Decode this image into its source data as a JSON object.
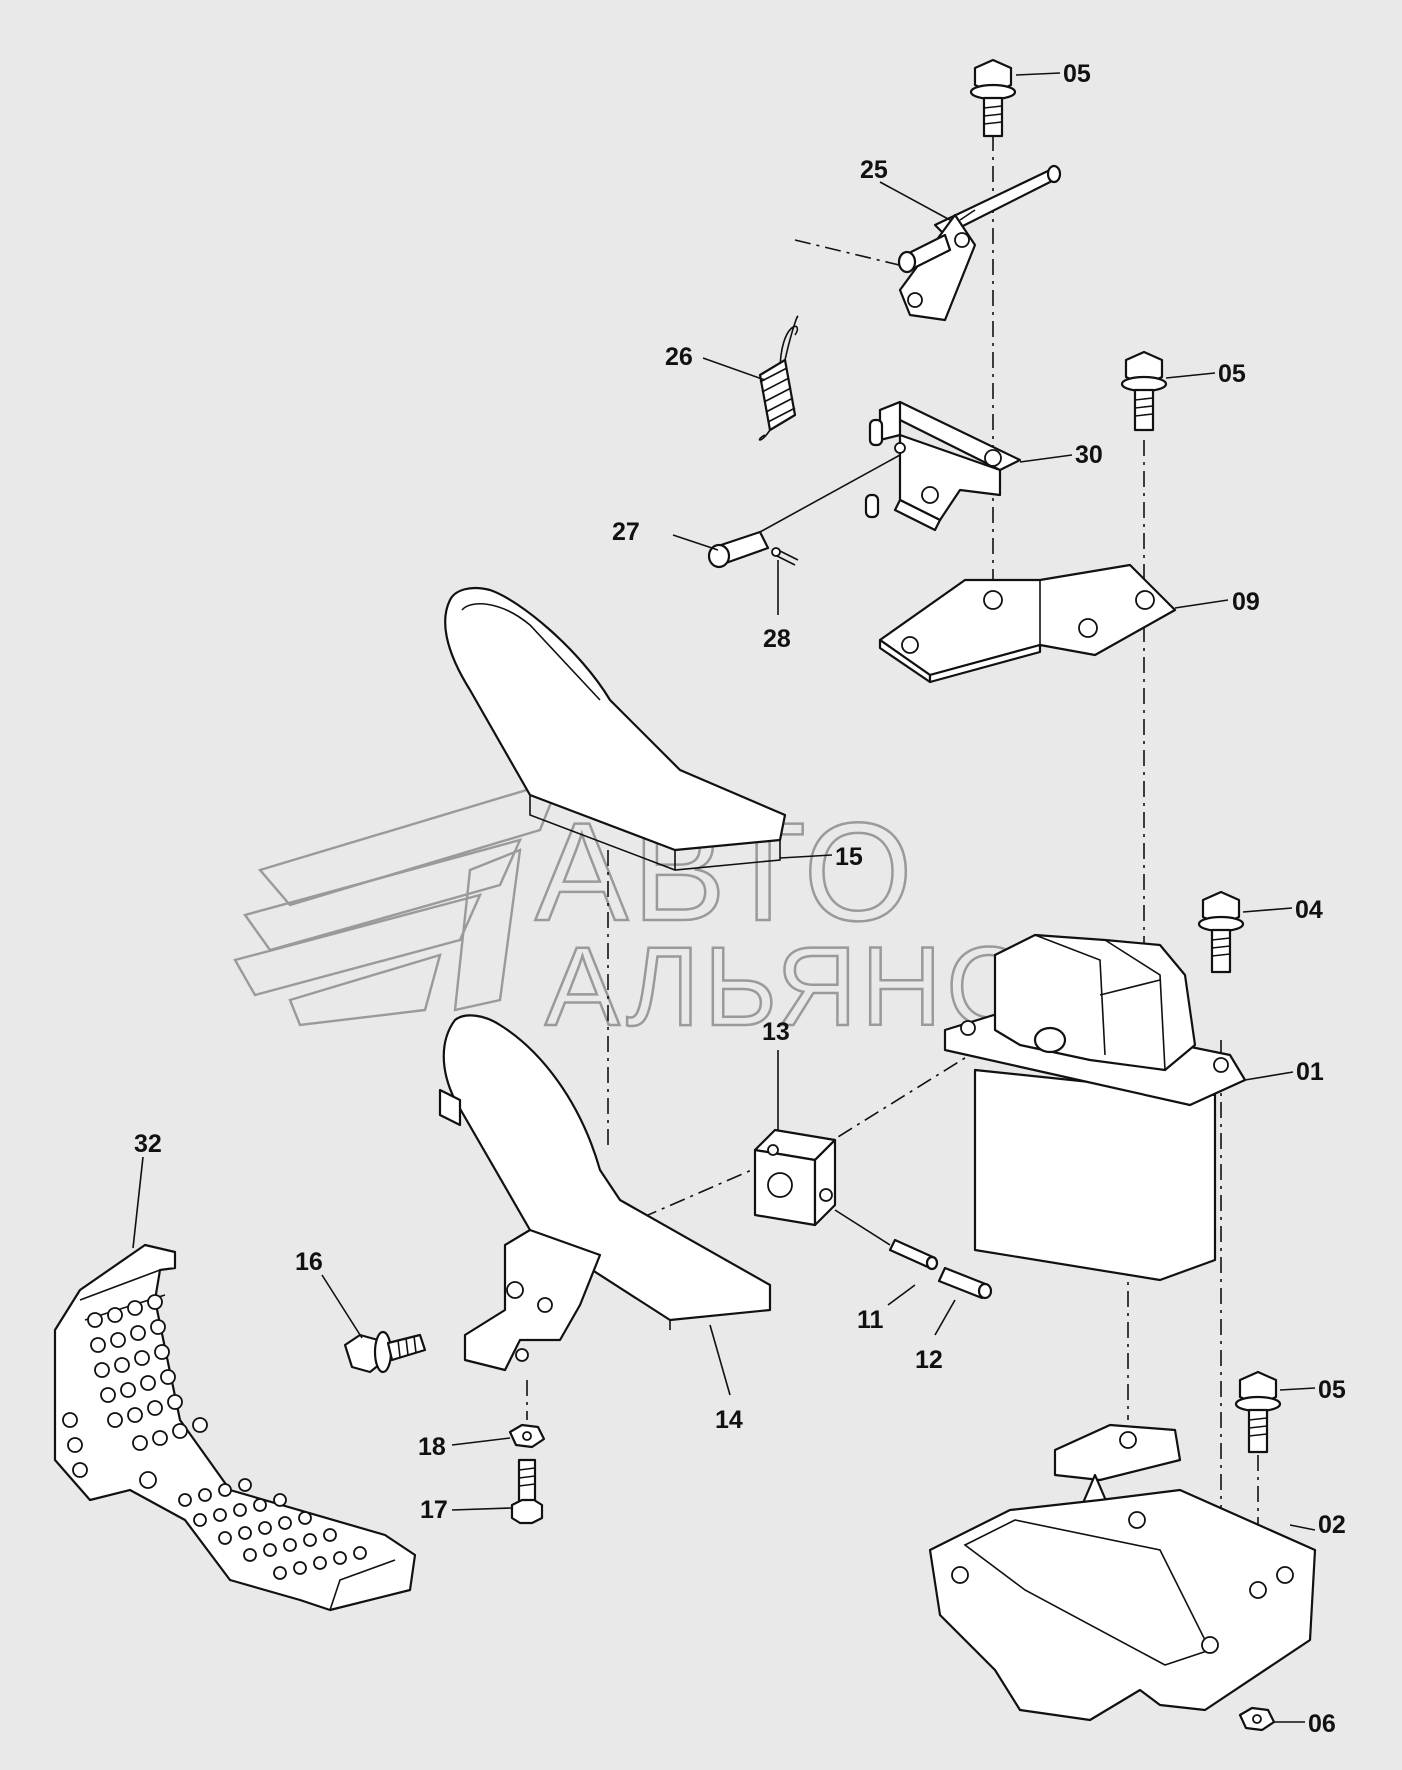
{
  "watermark": {
    "line1": "АВТО",
    "line2": "АЛЬЯНС"
  },
  "callouts": {
    "p01": "01",
    "p02": "02",
    "p04": "04",
    "p05a": "05",
    "p05b": "05",
    "p05c": "05",
    "p06": "06",
    "p09": "09",
    "p11": "11",
    "p12": "12",
    "p13": "13",
    "p14": "14",
    "p15": "15",
    "p16": "16",
    "p17": "17",
    "p18": "18",
    "p25": "25",
    "p26": "26",
    "p27": "27",
    "p28": "28",
    "p30": "30",
    "p32": "32"
  }
}
